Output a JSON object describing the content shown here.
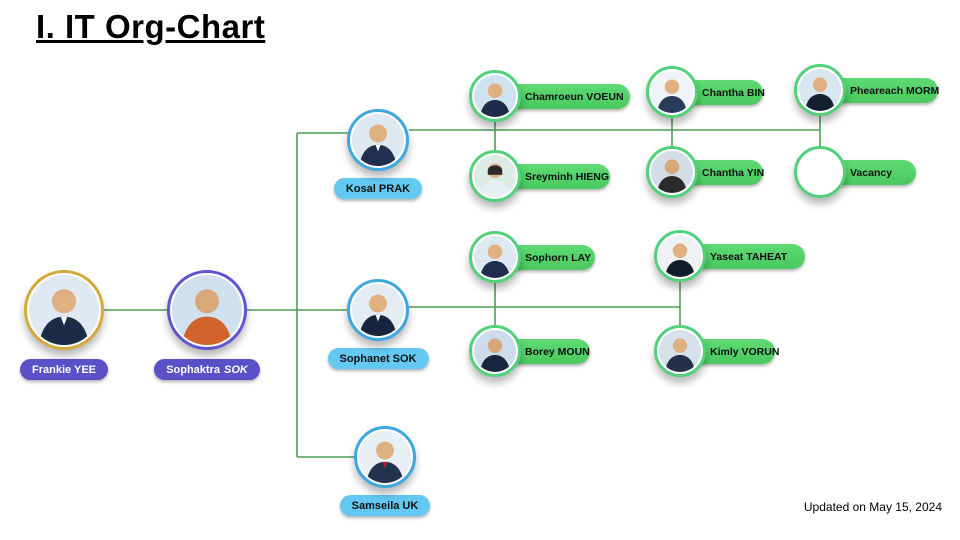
{
  "title": "I. IT Org-Chart",
  "footer": "Updated on May 15, 2024",
  "colors": {
    "team_pill": "#52d068",
    "manager_pill": "#64c9f2",
    "exec_pill": "#5a50c8",
    "connector_line": "#4f9e53",
    "gold_ring": "#d4a93c",
    "purple_ring": "#5f55cf",
    "blue_ring": "#3fa7e0",
    "green_ring": "#52d07a"
  },
  "nodes": {
    "frankie": {
      "name": "Frankie  YEE"
    },
    "sophaktra": {
      "first": "Sophaktra",
      "last": "SOK"
    },
    "kosal": {
      "name": "Kosal  PRAK"
    },
    "sophanet": {
      "name": "Sophanet  SOK"
    },
    "samseila": {
      "name": "Samseila  UK"
    },
    "chamroeun": {
      "name": "Chamroeun  VOEUN"
    },
    "chantha_bin": {
      "name": "Chantha BIN"
    },
    "pheareach": {
      "name": "Pheareach MORM"
    },
    "sreyminh": {
      "name": "Sreyminh HIENG"
    },
    "chantha_yin": {
      "name": "Chantha YIN"
    },
    "vacancy": {
      "name": "Vacancy"
    },
    "sophorn": {
      "name": "Sophorn LAY"
    },
    "yaseat": {
      "name": "Yaseat TAHEAT"
    },
    "borey": {
      "name": "Borey MOUN"
    },
    "kimly": {
      "name": "Kimly VORUN"
    }
  }
}
